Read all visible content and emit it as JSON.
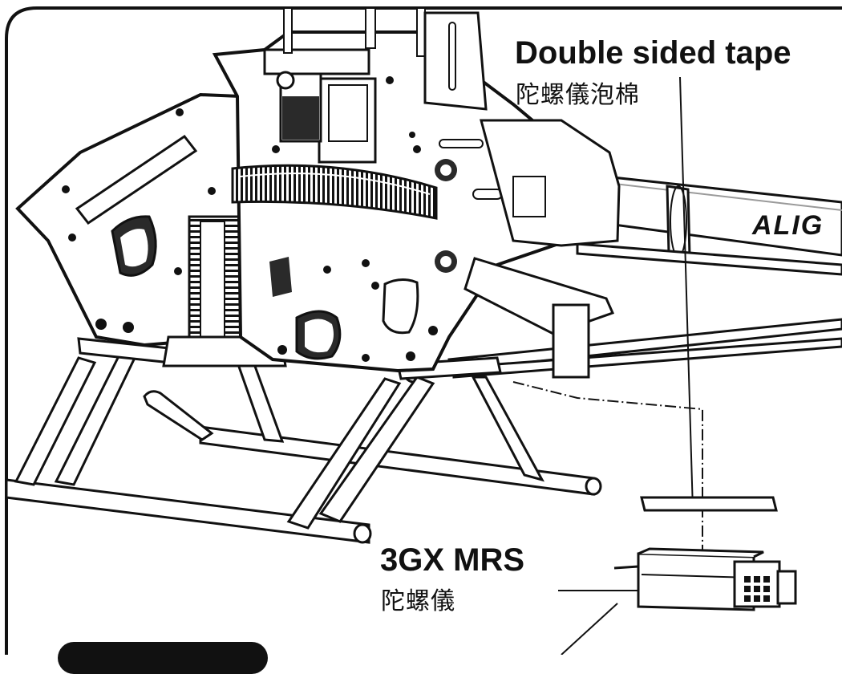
{
  "labels": {
    "tape_en": "Double sided tape",
    "tape_zh": "陀螺儀泡棉",
    "gyro_en": "3GX MRS",
    "gyro_zh": "陀螺儀",
    "boom_logo": "ALIG"
  },
  "colors": {
    "line": "#111111",
    "fill": "#ffffff",
    "shade": "#2a2a2a",
    "mid": "#9a9a9a",
    "light": "#e6e6e6"
  },
  "icons": {
    "helicopter": "helicopter-frame-illustration",
    "gyro": "gyro-unit-illustration",
    "tape": "tape-pad-illustration"
  }
}
